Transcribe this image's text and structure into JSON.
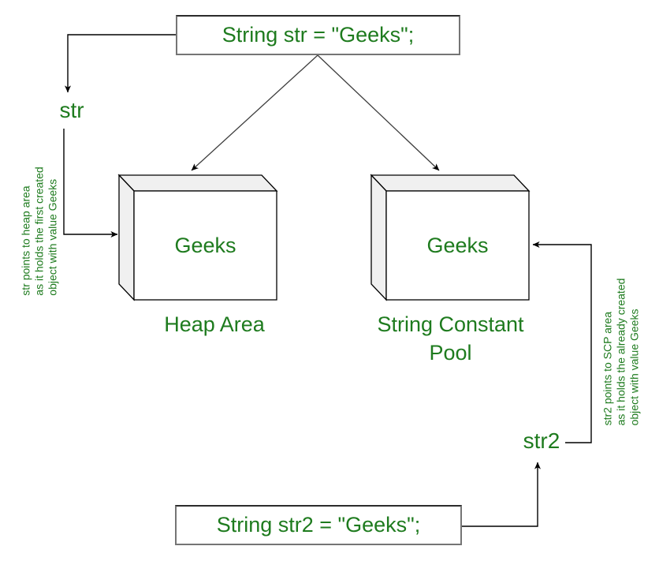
{
  "colors": {
    "text_green": "#1e7b1e",
    "line_black": "#000000",
    "diagonal_gray": "#3d3d3d",
    "box_face_fill": "#f0f0f0",
    "box_front_fill": "#ffffff",
    "label_box_border": "#757575"
  },
  "declarations": {
    "str": "String str = \"Geeks\";",
    "str2": "String str2 = \"Geeks\";"
  },
  "references": {
    "str": "str",
    "str2": "str2"
  },
  "memory": {
    "heap": {
      "value": "Geeks",
      "label": "Heap Area"
    },
    "scp": {
      "value": "Geeks",
      "label": "String Constant Pool"
    }
  },
  "annotations": {
    "str": {
      "line1": "str points to heap area",
      "line2": "as it holds the first created",
      "line3": "object with value Geeks"
    },
    "str2": {
      "line1": "str2 points to SCP area",
      "line2": "as it holds the already created",
      "line3": "object with value Geeks"
    }
  }
}
